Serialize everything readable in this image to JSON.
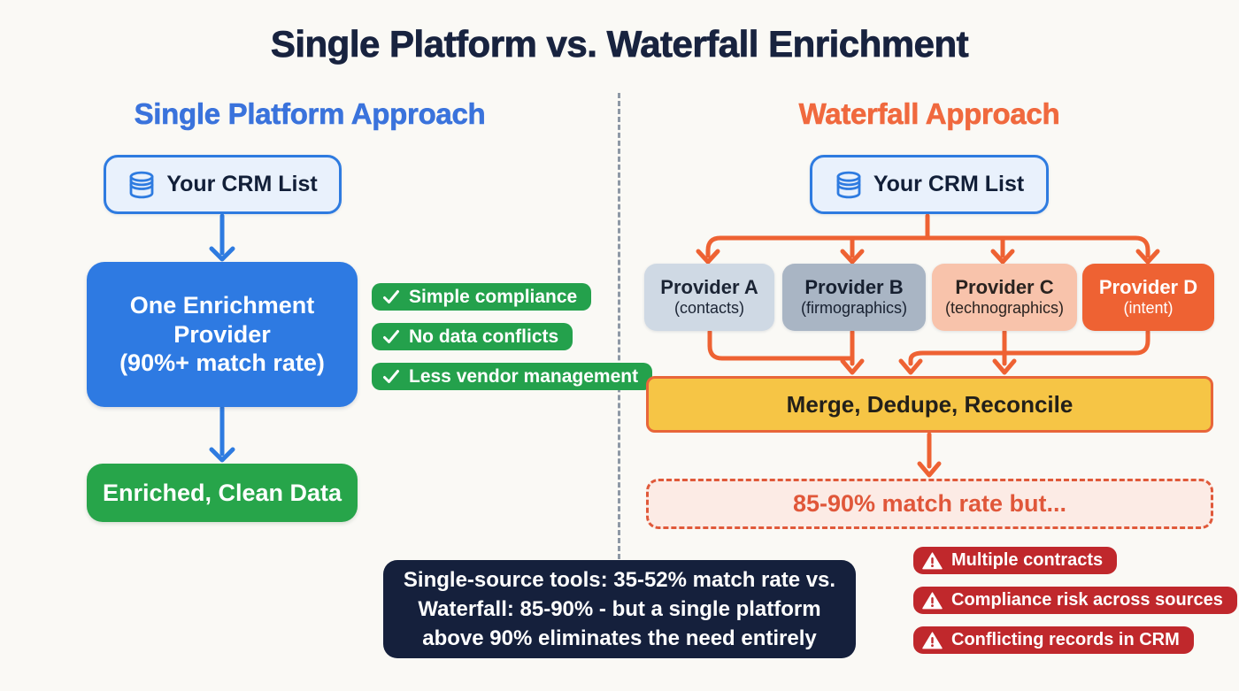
{
  "title": "Single Platform vs. Waterfall Enrichment",
  "left": {
    "heading": "Single Platform Approach",
    "crm_box_label": "Your CRM List",
    "provider_box": {
      "line1": "One Enrichment Provider",
      "line2": "(90%+ match rate)"
    },
    "benefits": [
      {
        "label": "Simple compliance"
      },
      {
        "label": "No data conflicts"
      },
      {
        "label": "Less vendor management"
      }
    ],
    "result_box_label": "Enriched, Clean Data"
  },
  "right": {
    "heading": "Waterfall Approach",
    "crm_box_label": "Your CRM List",
    "providers": [
      {
        "name": "Provider A",
        "type": "(contacts)",
        "color": "#cfd9e4"
      },
      {
        "name": "Provider B",
        "type": "(firmographics)",
        "color": "#a9b5c4"
      },
      {
        "name": "Provider C",
        "type": "(technographics)",
        "color": "#f8c3ab"
      },
      {
        "name": "Provider D",
        "type": "(intent)",
        "color": "#ee6233"
      }
    ],
    "merge_box_label": "Merge, Dedupe, Reconcile",
    "match_rate_label": "85-90% match rate but...",
    "risks": [
      {
        "label": "Multiple contracts"
      },
      {
        "label": "Compliance risk across sources"
      },
      {
        "label": "Conflicting records in CRM"
      }
    ]
  },
  "footnote": "Single-source tools: 35-52% match rate vs. Waterfall: 85-90% - but a single platform above 90% eliminates the need entirely",
  "colors": {
    "background": "#faf9f5",
    "title_navy": "#18233f",
    "accent_blue": "#2e7be0",
    "accent_orange": "#ee6233",
    "green": "#27a54a",
    "red": "#c0282c",
    "merge_yellow": "#f6c545",
    "footnote_navy": "#15203c",
    "divider_grey": "#8e99a6"
  }
}
